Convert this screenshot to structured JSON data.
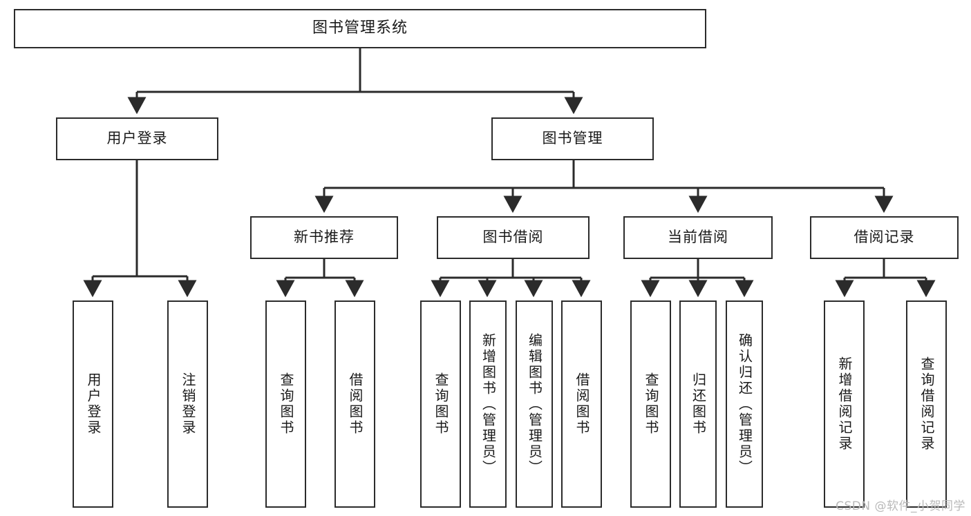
{
  "diagram": {
    "title": "图书管理系统",
    "type": "tree",
    "orientation": "top-down",
    "colors": {
      "box_border": "#2b2b2b",
      "box_fill": "#ffffff",
      "connector": "#2b2b2b",
      "text": "#1a1a1a",
      "watermark": "#b9b9b9",
      "background": "#ffffff"
    },
    "watermark": "CSDN @软件_小贺同学",
    "nodes": {
      "root": {
        "label": "图书管理系统"
      },
      "level2": [
        {
          "label": "用户登录"
        },
        {
          "label": "图书管理"
        }
      ],
      "level3": [
        {
          "label": "新书推荐"
        },
        {
          "label": "图书借阅"
        },
        {
          "label": "当前借阅"
        },
        {
          "label": "借阅记录"
        }
      ],
      "leaves": {
        "user_login": [
          {
            "label": "用户登录"
          },
          {
            "label": "注销登录"
          }
        ],
        "new_book_recommend": [
          {
            "label": "查询图书"
          },
          {
            "label": "借阅图书"
          }
        ],
        "book_borrow": [
          {
            "label": "查询图书"
          },
          {
            "label": "新增图书（管理员）"
          },
          {
            "label": "编辑图书（管理员）"
          },
          {
            "label": "借阅图书"
          }
        ],
        "current_borrow": [
          {
            "label": "查询图书"
          },
          {
            "label": "归还图书"
          },
          {
            "label": "确认归还（管理员）"
          }
        ],
        "borrow_record": [
          {
            "label": "新增借阅记录"
          },
          {
            "label": "查询借阅记录"
          }
        ]
      }
    }
  }
}
